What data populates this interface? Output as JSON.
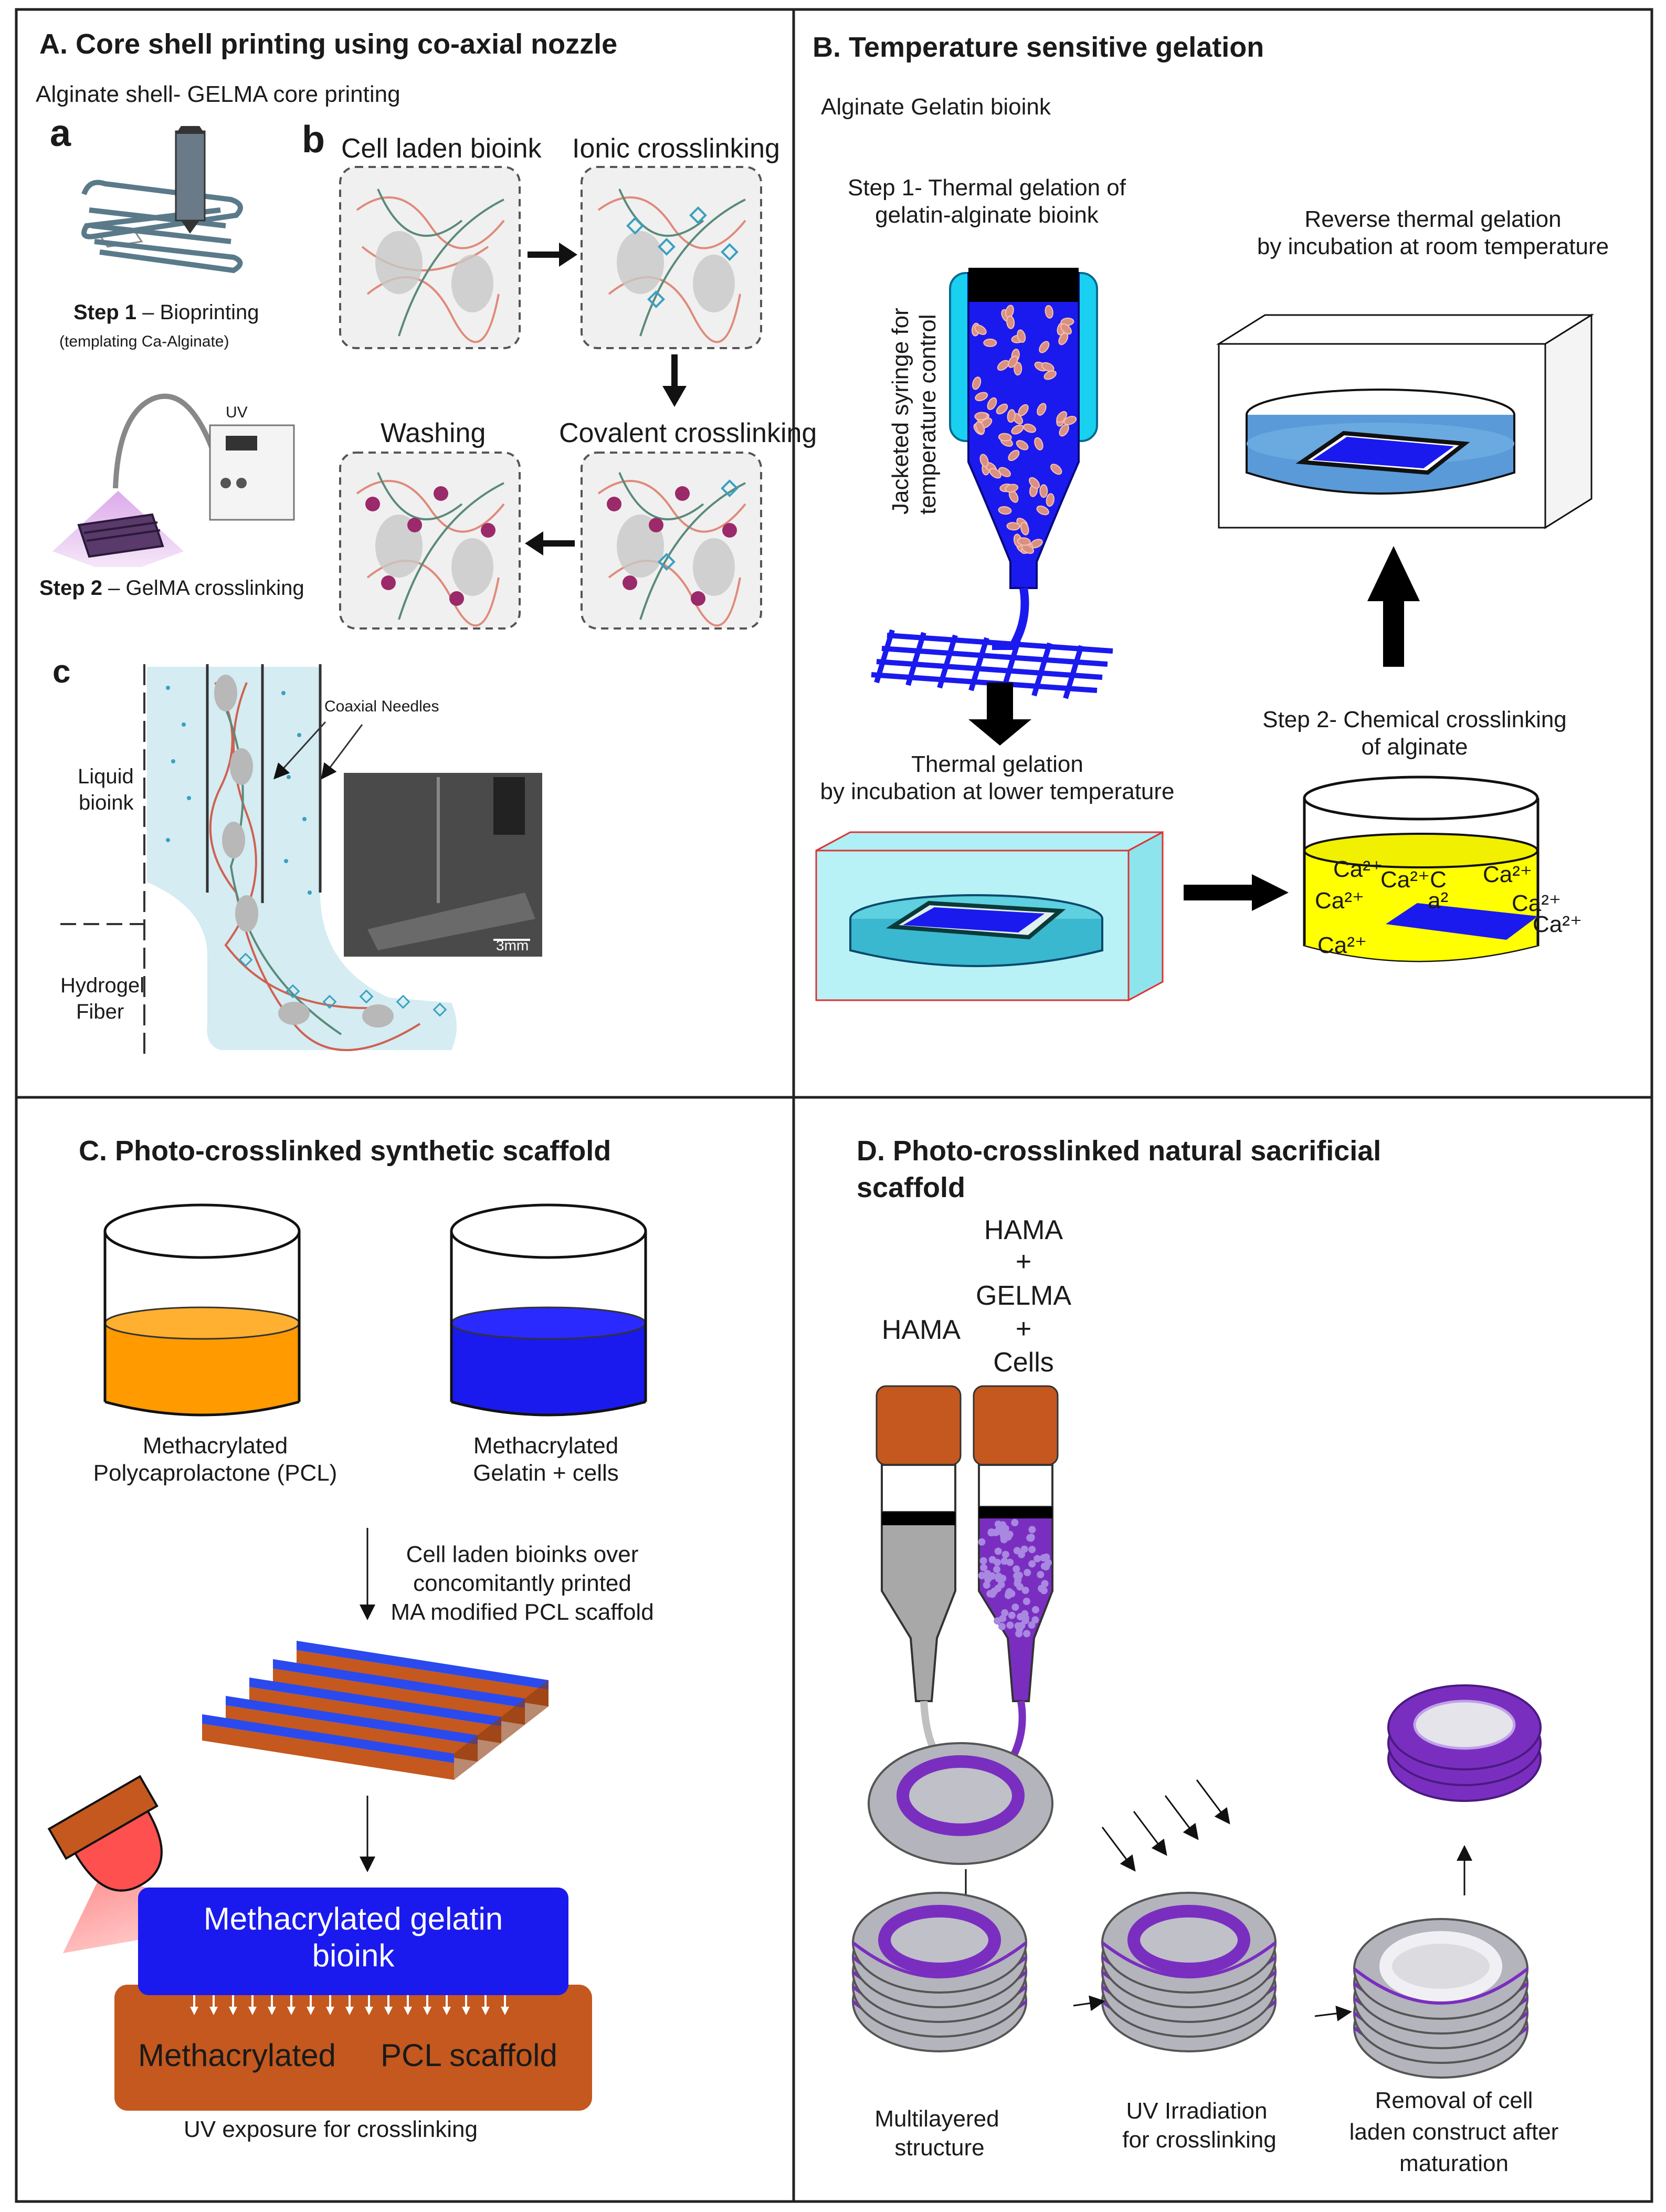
{
  "panelA": {
    "title": "A. Core shell printing using co-axial nozzle",
    "subtitle": "Alginate shell- GELMA core printing",
    "label_a": "a",
    "label_b": "b",
    "label_c": "c",
    "step1_bold": "Step 1",
    "step1_rest": " – Bioprinting",
    "step1_sub": "(templating Ca-Alginate)",
    "step2_bold": "Step 2",
    "step2_rest": " – GelMA crosslinking",
    "uv_label": "UV",
    "cell_laden": "Cell laden bioink",
    "ionic": "Ionic  crosslinking",
    "covalent": "Covalent crosslinking",
    "washing": "Washing",
    "coaxial": "Coaxial Needles",
    "liquid_line1": "Liquid",
    "liquid_line2": "bioink",
    "hydrogel_line1": "Hydrogel",
    "hydrogel_line2": "Fiber",
    "scale": "3mm"
  },
  "panelB": {
    "title": "B. Temperature sensitive gelation",
    "subtitle": "Alginate Gelatin bioink",
    "step1_line1": "Step 1- Thermal gelation of",
    "step1_line2": "gelatin-alginate bioink",
    "syringe_line1": "Jacketed syringe for",
    "syringe_line2": "temperature control",
    "reverse_line1": "Reverse thermal gelation",
    "reverse_line2": "by incubation at room temperature",
    "thermal_line1": "Thermal gelation",
    "thermal_line2": "by incubation at lower temperature",
    "step2_line1": "Step 2- Chemical crosslinking",
    "step2_line2": "of alginate",
    "ca_labels": [
      "Ca²⁺",
      "Ca²⁺C",
      "Ca²⁺",
      "Ca²⁺",
      "a²",
      "Ca²⁺",
      "Ca²⁺",
      "Ca²⁺"
    ]
  },
  "panelC": {
    "title": "C. Photo-crosslinked   synthetic  scaffold",
    "beaker1_line1": "Methacrylated",
    "beaker1_line2": "Polycaprolactone (PCL)",
    "beaker2_line1": "Methacrylated",
    "beaker2_line2": "Gelatin + cells",
    "note_line1": "Cell laden bioinks over",
    "note_line2": "concomitantly printed",
    "note_line3": "MA modified PCL scaffold",
    "gel_line1": "Methacrylated gelatin",
    "gel_line2": "bioink",
    "pcl_left": "Methacrylated",
    "pcl_right": "PCL scaffold",
    "uv_text": "UV exposure for crosslinking"
  },
  "panelD": {
    "title_line1": "D. Photo-crosslinked  natural  sacrificial",
    "title_line2": "scaffold",
    "hama": "HAMA",
    "mix": [
      "HAMA",
      "+",
      "GELMA",
      "+",
      "Cells"
    ],
    "multi_line1": "Multilayered",
    "multi_line2": "structure",
    "uv_line1": "UV Irradiation",
    "uv_line2": "for crosslinking",
    "removal_line1": "Removal of cell",
    "removal_line2": "laden construct after",
    "removal_line3": "maturation"
  },
  "colors": {
    "blue": "#1a1aee",
    "orange": "#ff9a00",
    "brown": "#c4581e",
    "yellow": "#ffff00",
    "cyan": "#7ff0f0",
    "purple": "#7a2ec0",
    "gray": "#b4b4bc"
  }
}
